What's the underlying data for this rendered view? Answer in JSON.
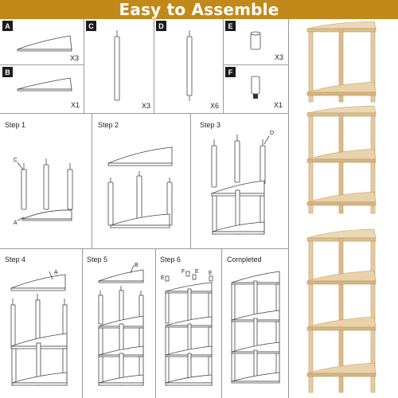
{
  "title": "Easy to Assemble",
  "colors": {
    "banner": "#c0891a",
    "wood_light": "#ecd8b4",
    "wood_mid": "#dcc090",
    "wood_dark": "#b98e55"
  },
  "parts": [
    {
      "letter": "A",
      "qty": "X3"
    },
    {
      "letter": "B",
      "qty": "X1"
    },
    {
      "letter": "C",
      "qty": "X3"
    },
    {
      "letter": "D",
      "qty": "X6"
    },
    {
      "letter": "E",
      "qty": "X3"
    },
    {
      "letter": "F",
      "qty": "X1"
    }
  ],
  "steps": [
    "Step 1",
    "Step 2",
    "Step 3",
    "Step 4",
    "Step 5",
    "Step 6",
    "Completed"
  ],
  "callouts": {
    "c": "C",
    "a": "A",
    "d": "D",
    "b": "B",
    "e": "E",
    "f": "F"
  }
}
